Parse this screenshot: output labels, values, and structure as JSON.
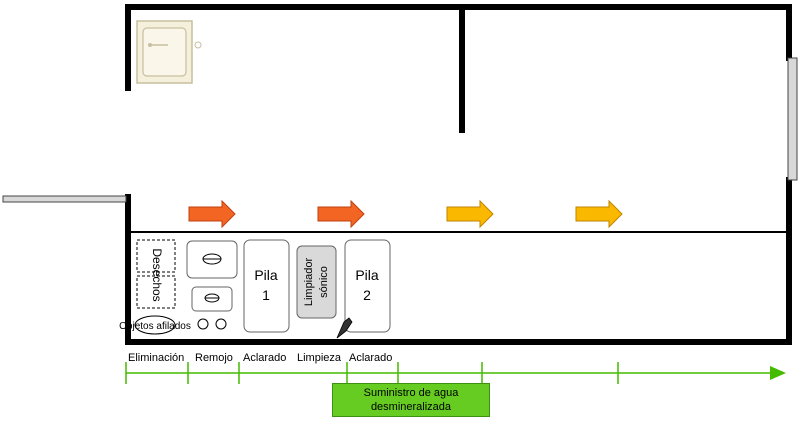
{
  "stations": {
    "waste_label": "Desechos",
    "sharps_label": "Objetos afilados",
    "sink1_label_line1": "Pila",
    "sink1_label_line2": "1",
    "ultrasonic_label_line1": "Limpiador",
    "ultrasonic_label_line2": "sónico",
    "sink2_label_line1": "Pila",
    "sink2_label_line2": "2"
  },
  "timeline": {
    "stages": [
      "Eliminación",
      "Remojo",
      "Aclarado",
      "Limpieza",
      "Aclarado"
    ],
    "supply_line1": "Suministro de agua",
    "supply_line2": "desmineralizada"
  },
  "colors": {
    "wall": "#000000",
    "arrow_orange": "#f26522",
    "arrow_yellow": "#fbb800",
    "timeline_green": "#44bb00",
    "supply_box": "#66cc22",
    "ultrasonic_fill": "#d9d9d9",
    "basin_fill": "#f5f0dc"
  },
  "flow_arrows": [
    "orange",
    "orange",
    "yellow",
    "yellow"
  ]
}
